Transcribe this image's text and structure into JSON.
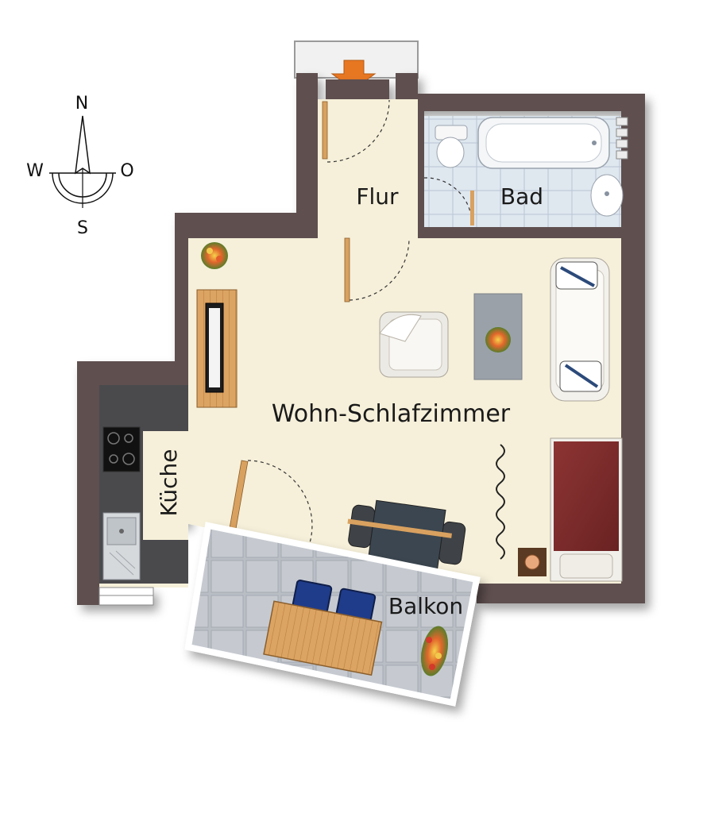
{
  "rooms": {
    "flur": "Flur",
    "bad": "Bad",
    "wohn": "Wohn-Schlafzimmer",
    "kueche": "Küche",
    "balkon": "Balkon"
  },
  "compass": {
    "north": "N",
    "south": "S",
    "west": "W",
    "east": "O"
  },
  "colors": {
    "wall": "#5f4f4f",
    "floor": "#f6f0da",
    "tile": "#d9e2ec",
    "balcony_tile": "#b8bdc4",
    "entrance_arrow": "#e87722",
    "bed": "#7e2b2b",
    "table_wood": "#d9a15f",
    "chair_blue": "#1f3c8a",
    "kitchen_counter": "#4a4a4d",
    "dining_table": "#3b4650"
  }
}
